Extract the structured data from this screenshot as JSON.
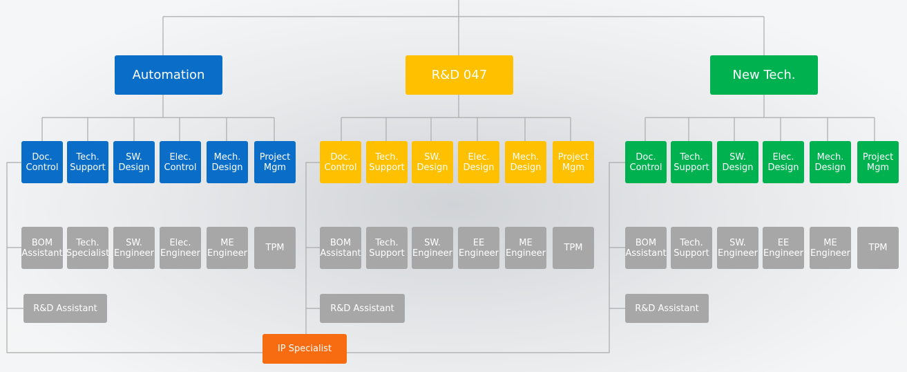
{
  "colors": {
    "blue": "#0a6ec8",
    "yellow": "#ffc000",
    "green": "#00b150",
    "gray": "#a7a7a7",
    "orange": "#f76b11",
    "line": "#aaaaaa"
  },
  "departments": [
    {
      "name": "Automation",
      "color": "blue",
      "units": [
        "Doc.\nControl",
        "Tech.\nSupport",
        "SW.\nDesign",
        "Elec.\nControl",
        "Mech.\nDesign",
        "Project\nMgm"
      ],
      "roles": [
        "BOM\nAssistant",
        "Tech.\nSpecialist",
        "SW.\nEngineer",
        "Elec.\nEngineer",
        "ME\nEngineer",
        "TPM"
      ],
      "assistant": "R&D Assistant"
    },
    {
      "name": "R&D 047",
      "color": "yellow",
      "units": [
        "Doc.\nControl",
        "Tech.\nSupport",
        "SW.\nDesign",
        "Elec.\nDesign",
        "Mech.\nDesign",
        "Project\nMgm"
      ],
      "roles": [
        "BOM\nAssistant",
        "Tech.\nSupport",
        "SW.\nEngineer",
        "EE\nEngineer",
        "ME\nEngineer",
        "TPM"
      ],
      "assistant": "R&D Assistant"
    },
    {
      "name": "New Tech.",
      "color": "green",
      "units": [
        "Doc.\nControl",
        "Tech.\nSupport",
        "SW.\nDesign",
        "Elec.\nDesign",
        "Mech.\nDesign",
        "Project\nMgm"
      ],
      "roles": [
        "BOM\nAssistant",
        "Tech.\nSupport",
        "SW.\nEngineer",
        "EE\nEngineer",
        "ME\nEngineer",
        "TPM"
      ],
      "assistant": "R&D Assistant"
    }
  ],
  "shared": {
    "label": "IP Specialist"
  }
}
